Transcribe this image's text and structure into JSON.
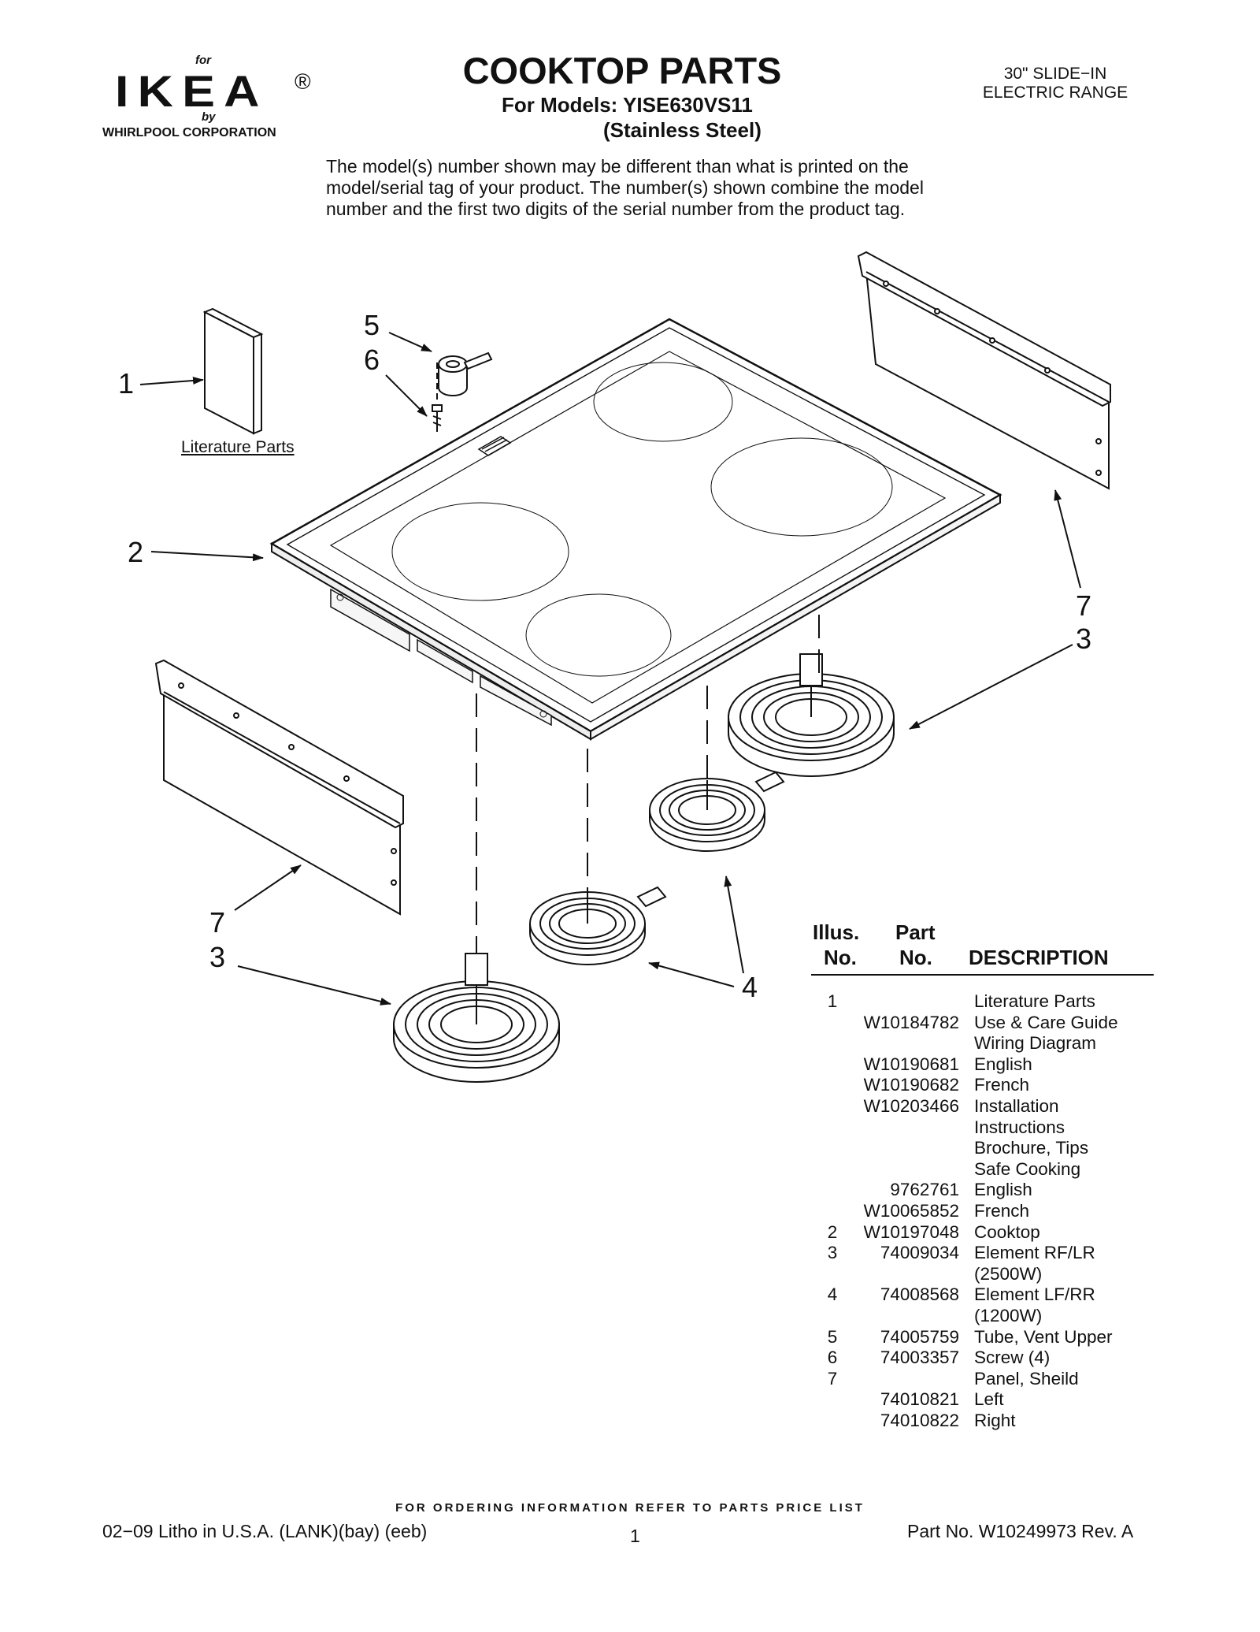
{
  "brand": {
    "for": "for",
    "logo": "IKEA",
    "registered": "®",
    "by": "by",
    "corporation": "WHIRLPOOL  CORPORATION"
  },
  "header": {
    "title": "COOKTOP PARTS",
    "models": "For Models: YISE630VS11",
    "finish": "(Stainless Steel)",
    "range_line1": "30\" SLIDE−IN",
    "range_line2": "ELECTRIC RANGE"
  },
  "notice": "The model(s) number shown may be different than what is printed on the model/serial tag of your product. The number(s) shown combine the model number and the first two digits of the serial number from the product tag.",
  "diagram": {
    "literature_label": "Literature Parts",
    "callouts": {
      "c1": "1",
      "c2": "2",
      "c5": "5",
      "c6": "6",
      "c7_right": "7",
      "c3_right": "3",
      "c7_left": "7",
      "c3_left": "3",
      "c4": "4"
    }
  },
  "parts_table": {
    "headers": {
      "illus_1": "Illus.",
      "illus_2": "No.",
      "part_1": "Part",
      "part_2": "No.",
      "description": "DESCRIPTION"
    },
    "rows": [
      {
        "no": "1",
        "part": "",
        "desc": "Literature Parts"
      },
      {
        "no": "",
        "part": "W10184782",
        "desc": "Use & Care Guide"
      },
      {
        "no": "",
        "part": "",
        "desc": "Wiring Diagram"
      },
      {
        "no": "",
        "part": "W10190681",
        "desc": "English"
      },
      {
        "no": "",
        "part": "W10190682",
        "desc": "French"
      },
      {
        "no": "",
        "part": "W10203466",
        "desc": "Installation"
      },
      {
        "no": "",
        "part": "",
        "desc": "Instructions"
      },
      {
        "no": "",
        "part": "",
        "desc": "Brochure, Tips"
      },
      {
        "no": "",
        "part": "",
        "desc": "Safe Cooking"
      },
      {
        "no": "",
        "part": "9762761",
        "desc": "English"
      },
      {
        "no": "",
        "part": "W10065852",
        "desc": "French"
      },
      {
        "no": "2",
        "part": "W10197048",
        "desc": "Cooktop"
      },
      {
        "no": "3",
        "part": "74009034",
        "desc": "Element RF/LR"
      },
      {
        "no": "",
        "part": "",
        "desc": "(2500W)"
      },
      {
        "no": "4",
        "part": "74008568",
        "desc": "Element LF/RR"
      },
      {
        "no": "",
        "part": "",
        "desc": "(1200W)"
      },
      {
        "no": "5",
        "part": "74005759",
        "desc": "Tube, Vent Upper"
      },
      {
        "no": "6",
        "part": "74003357",
        "desc": "Screw (4)"
      },
      {
        "no": "7",
        "part": "",
        "desc": "Panel, Sheild"
      },
      {
        "no": "",
        "part": "74010821",
        "desc": "Left"
      },
      {
        "no": "",
        "part": "74010822",
        "desc": "Right"
      }
    ]
  },
  "footer": {
    "ordering": "FOR ORDERING INFORMATION REFER TO PARTS PRICE LIST",
    "litho": "02−09 Litho in U.S.A. (LANK)(bay) (eeb)",
    "page": "1",
    "part_no": "Part No. W10249973 Rev. A"
  }
}
